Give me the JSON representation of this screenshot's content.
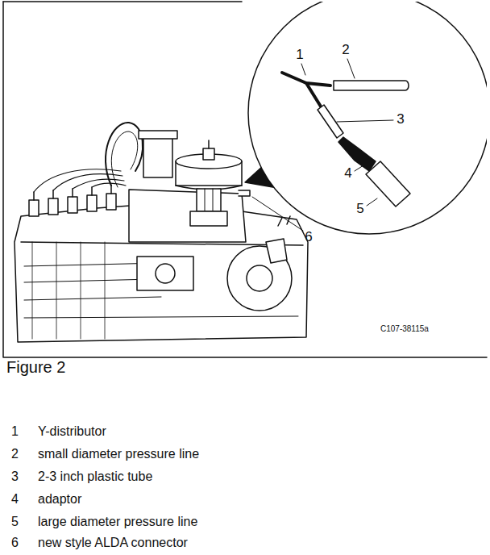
{
  "diagram": {
    "title": "Figure 2",
    "labels": [
      "1",
      "2",
      "3",
      "4",
      "5",
      "6",
      "C107-38115a",
      "1",
      "Y-distributor",
      "2",
      "small diameter pressure line",
      "3",
      "2-3 inch plastic tube",
      "4",
      "adaptor",
      "5",
      "large diameter pressure line",
      "6",
      "new style ALDA connector"
    ]
  }
}
